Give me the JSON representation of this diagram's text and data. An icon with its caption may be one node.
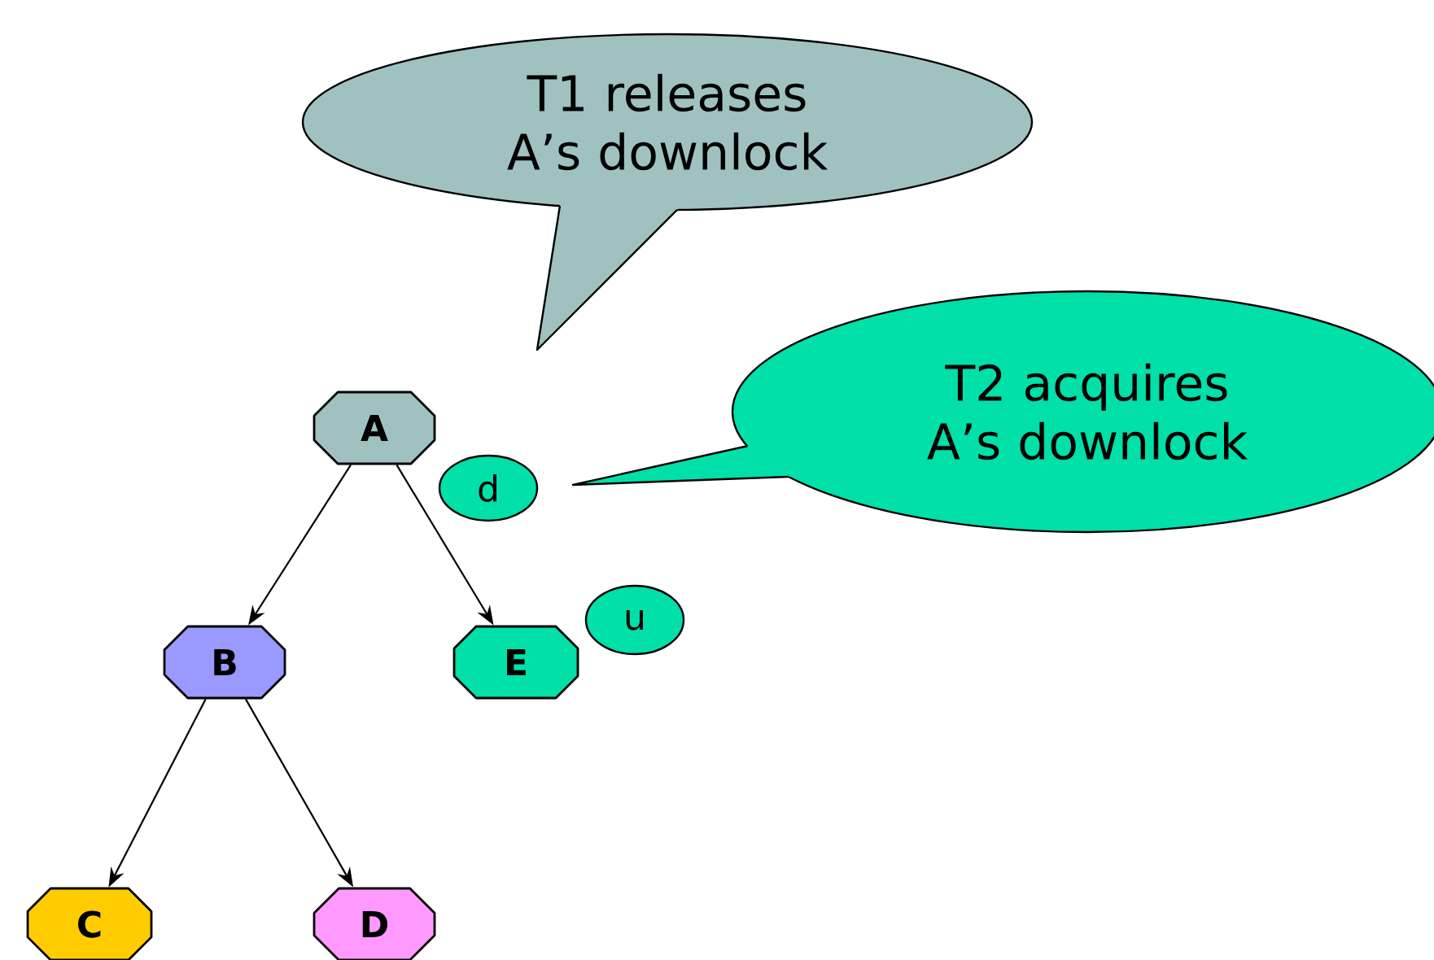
{
  "diagram": {
    "nodes": [
      {
        "text": [
          "T1 releases A’s downlock"
        ]
      },
      {
        "text": [
          "T2 acquires A’s downlock"
        ]
      },
      {
        "text": [
          "A"
        ]
      },
      {
        "text": [
          "d"
        ]
      },
      {
        "text": [
          "B"
        ]
      },
      {
        "text": [
          "E"
        ]
      },
      {
        "text": [
          "u"
        ]
      },
      {
        "text": [
          "C"
        ]
      },
      {
        "text": [
          "D"
        ]
      }
    ],
    "edges": [
      {
        "from": 2,
        "to": 4,
        "arrow": "to"
      },
      {
        "from": 2,
        "to": 5,
        "arrow": "to"
      },
      {
        "from": 4,
        "to": 7,
        "arrow": "to"
      },
      {
        "from": 4,
        "to": 8,
        "arrow": "to"
      }
    ]
  }
}
